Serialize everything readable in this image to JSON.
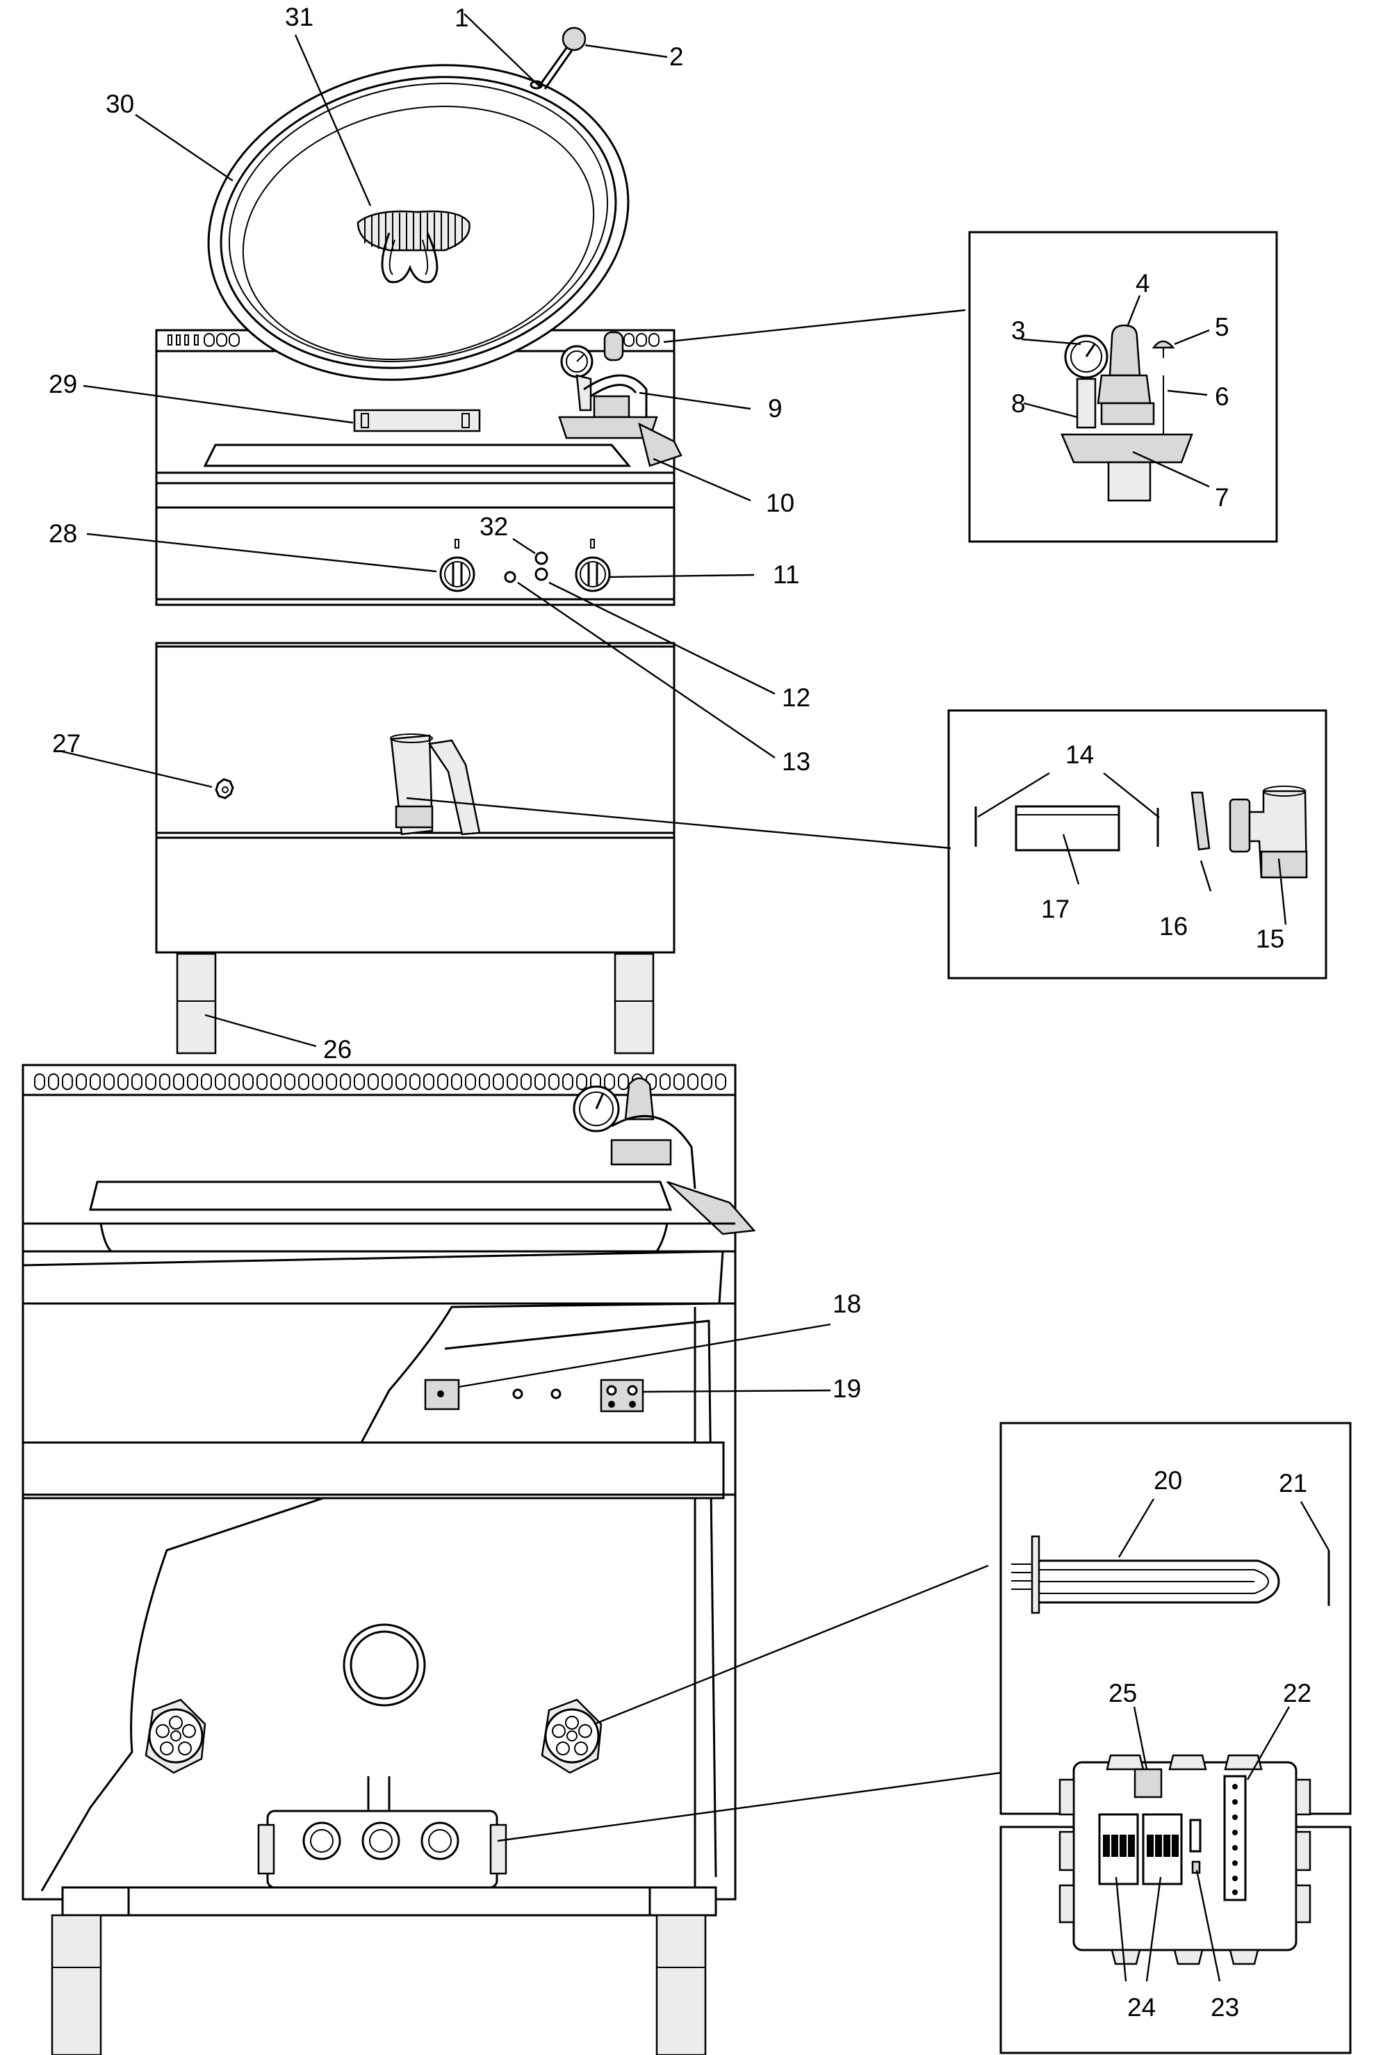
{
  "diagram": {
    "callouts": [
      {
        "id": "c1",
        "text": "1"
      },
      {
        "id": "c2",
        "text": "2"
      },
      {
        "id": "c3",
        "text": "3"
      },
      {
        "id": "c4",
        "text": "4"
      },
      {
        "id": "c5",
        "text": "5"
      },
      {
        "id": "c6",
        "text": "6"
      },
      {
        "id": "c7",
        "text": "7"
      },
      {
        "id": "c8",
        "text": "8"
      },
      {
        "id": "c9",
        "text": "9"
      },
      {
        "id": "c10",
        "text": "10"
      },
      {
        "id": "c11",
        "text": "11"
      },
      {
        "id": "c12",
        "text": "12"
      },
      {
        "id": "c13",
        "text": "13"
      },
      {
        "id": "c14",
        "text": "14"
      },
      {
        "id": "c15",
        "text": "15"
      },
      {
        "id": "c16",
        "text": "16"
      },
      {
        "id": "c17",
        "text": "17"
      },
      {
        "id": "c18",
        "text": "18"
      },
      {
        "id": "c19",
        "text": "19"
      },
      {
        "id": "c20",
        "text": "20"
      },
      {
        "id": "c21",
        "text": "21"
      },
      {
        "id": "c22",
        "text": "22"
      },
      {
        "id": "c23",
        "text": "23"
      },
      {
        "id": "c24",
        "text": "24"
      },
      {
        "id": "c25",
        "text": "25"
      },
      {
        "id": "c26",
        "text": "26"
      },
      {
        "id": "c27",
        "text": "27"
      },
      {
        "id": "c28",
        "text": "28"
      },
      {
        "id": "c29",
        "text": "29"
      },
      {
        "id": "c30",
        "text": "30"
      },
      {
        "id": "c31",
        "text": "31"
      },
      {
        "id": "c32",
        "text": "32"
      }
    ],
    "colors": {
      "line": "#000000",
      "fill": "#ffffff",
      "shade": "#d9d9d9"
    }
  }
}
